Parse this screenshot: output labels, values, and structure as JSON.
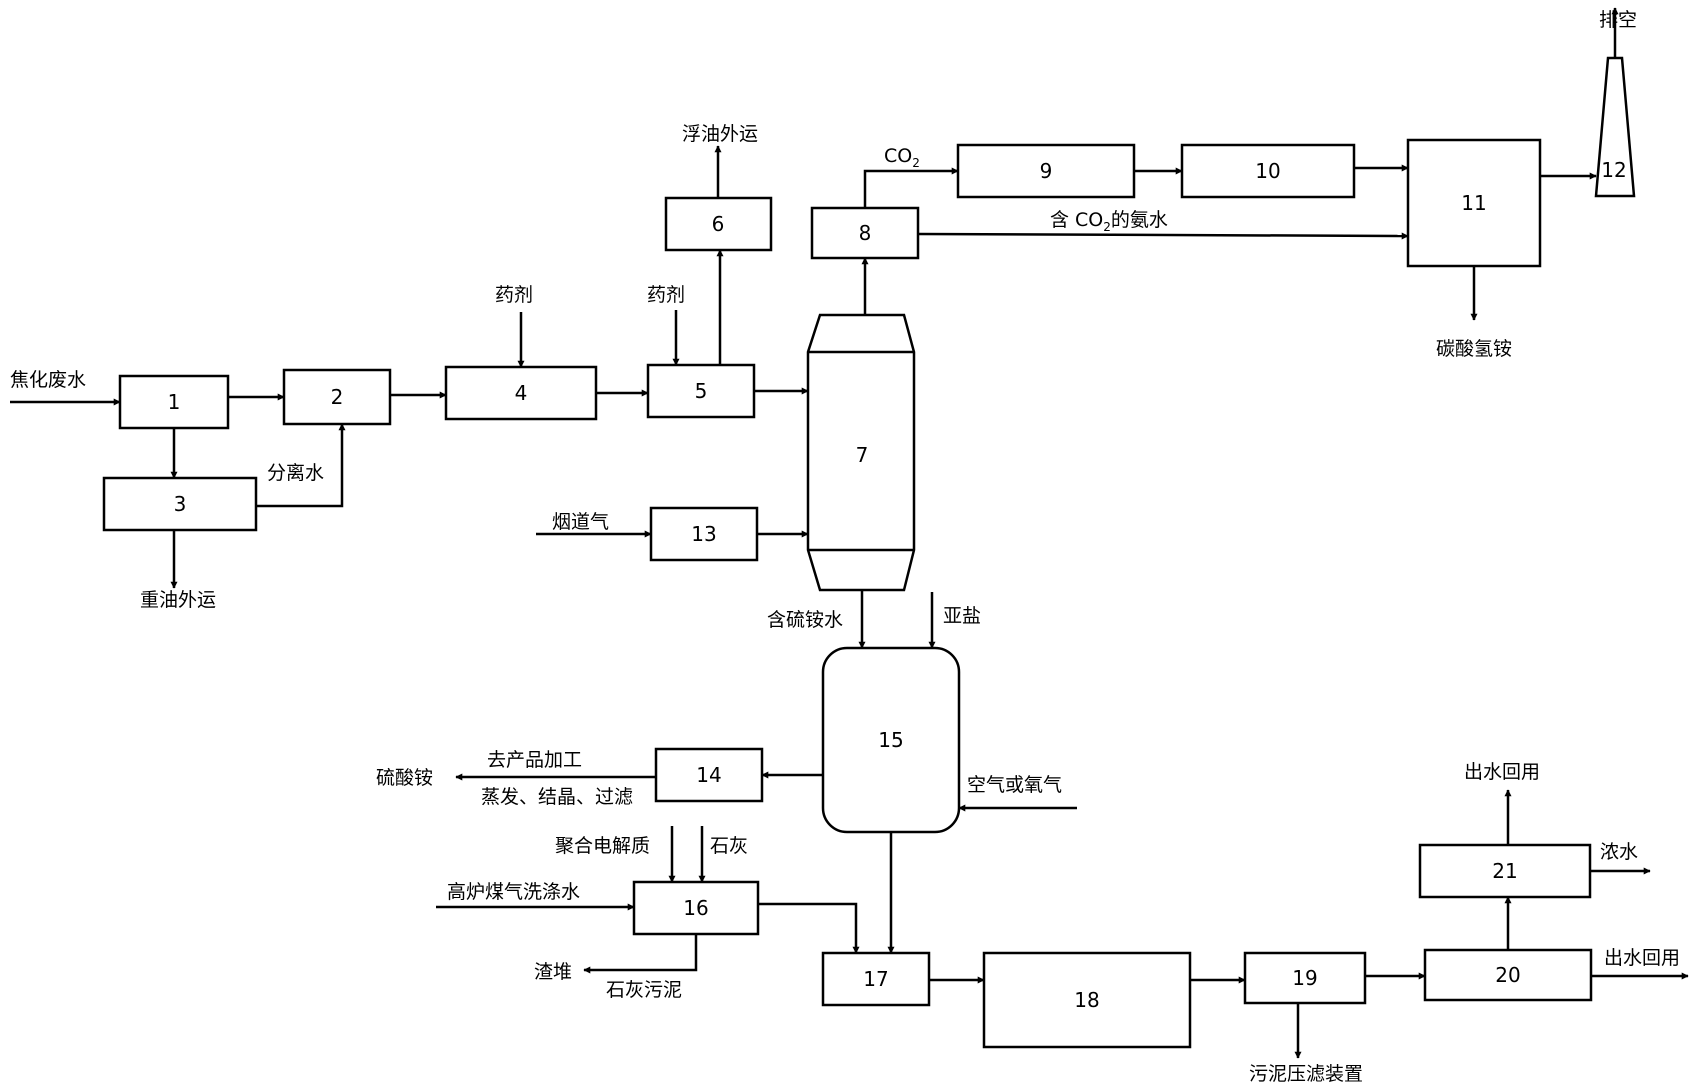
{
  "units": [
    {
      "id": "u1",
      "label": "1"
    },
    {
      "id": "u2",
      "label": "2"
    },
    {
      "id": "u3",
      "label": "3"
    },
    {
      "id": "u4",
      "label": "4"
    },
    {
      "id": "u5",
      "label": "5"
    },
    {
      "id": "u6",
      "label": "6"
    },
    {
      "id": "u7",
      "label": "7"
    },
    {
      "id": "u8",
      "label": "8"
    },
    {
      "id": "u9",
      "label": "9"
    },
    {
      "id": "u10",
      "label": "10"
    },
    {
      "id": "u11",
      "label": "11"
    },
    {
      "id": "u12",
      "label": "12"
    },
    {
      "id": "u13",
      "label": "13"
    },
    {
      "id": "u14",
      "label": "14"
    },
    {
      "id": "u15",
      "label": "15"
    },
    {
      "id": "u16",
      "label": "16"
    },
    {
      "id": "u17",
      "label": "17"
    },
    {
      "id": "u18",
      "label": "18"
    },
    {
      "id": "u19",
      "label": "19"
    },
    {
      "id": "u20",
      "label": "20"
    },
    {
      "id": "u21",
      "label": "21"
    }
  ],
  "labels": {
    "coking_wastewater": "焦化废水",
    "separated_water": "分离水",
    "heavy_oil_out": "重油外运",
    "reagent_a": "药剂",
    "reagent_b": "药剂",
    "float_oil_out": "浮油外运",
    "co2": "CO",
    "co2_sub": "2",
    "ammonia_water_pre": "含 CO",
    "ammonia_water_sub": "2",
    "ammonia_water_post": "的氨水",
    "vent": "排空",
    "ammonium_bicarbonate": "碳酸氢铵",
    "flue_gas": "烟道气",
    "sulfur_ammonium_water": "含硫铵水",
    "sulfite_salt": "亚盐",
    "air_or_oxygen": "空气或氧气",
    "to_product_processing": "去产品加工",
    "evap_crystal_filter": "蒸发、结晶、过滤",
    "ammonium_sulfate": "硫酸铵",
    "polyelectrolyte": "聚合电解质",
    "lime": "石灰",
    "bf_gas_wash_water": "高炉煤气洗涤水",
    "slag_heap": "渣堆",
    "lime_sludge": "石灰污泥",
    "sludge_filter_press": "污泥压滤装置",
    "effluent_reuse_top": "出水回用",
    "concentrate": "浓水",
    "effluent_reuse_right": "出水回用"
  }
}
